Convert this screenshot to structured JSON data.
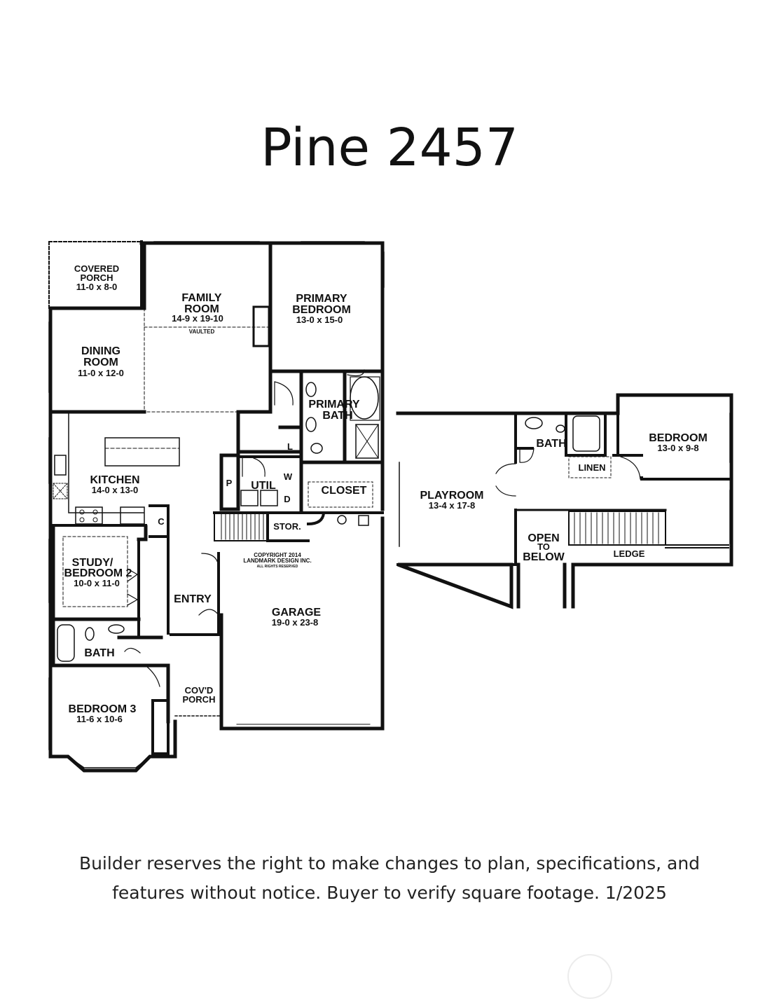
{
  "title": "Pine 2457",
  "disclaimer": {
    "line1": "Builder reserves the right to make changes to plan, specifications, and",
    "line2": "features without notice. Buyer to verify square footage. 1/2025"
  },
  "main_floor": {
    "covered_porch": {
      "name_1": "COVERED",
      "name_2": "PORCH",
      "dims": "11-0 x 8-0"
    },
    "family_room": {
      "name_1": "FAMILY",
      "name_2": "ROOM",
      "dims": "14-9 x 19-10",
      "note": "VAULTED"
    },
    "primary_bedroom": {
      "name_1": "PRIMARY",
      "name_2": "BEDROOM",
      "dims": "13-0 x 15-0"
    },
    "dining_room": {
      "name_1": "DINING",
      "name_2": "ROOM",
      "dims": "11-0 x 12-0"
    },
    "primary_bath": {
      "name_1": "PRIMARY",
      "name_2": "BATH"
    },
    "kitchen": {
      "name": "KITCHEN",
      "dims": "14-0 x 13-0"
    },
    "laundry": {
      "l": "L",
      "p": "P",
      "util": "UTIL",
      "w": "W",
      "d": "D"
    },
    "closet": {
      "name": "CLOSET"
    },
    "coat_closet": {
      "name": "C"
    },
    "storage": {
      "name": "STOR."
    },
    "copyright": {
      "line1": "COPYRIGHT 2014",
      "line2": "LANDMARK DESIGN INC.",
      "line3": "ALL RIGHTS RESERVED"
    },
    "study": {
      "name_1": "STUDY/",
      "name_2": "BEDROOM 2",
      "dims": "10-0 x 11-0"
    },
    "entry": {
      "name": "ENTRY"
    },
    "garage": {
      "name": "GARAGE",
      "dims": "19-0 x 23-8"
    },
    "bath": {
      "name": "BATH"
    },
    "covd_porch": {
      "name_1": "COV'D",
      "name_2": "PORCH"
    },
    "bedroom3": {
      "name": "BEDROOM 3",
      "dims": "11-6 x 10-6"
    }
  },
  "upper_floor": {
    "playroom": {
      "name": "PLAYROOM",
      "dims": "13-4 x 17-8"
    },
    "bath": {
      "name": "BATH"
    },
    "linen": {
      "name": "LINEN"
    },
    "bedroom": {
      "name": "BEDROOM",
      "dims": "13-0 x 9-8"
    },
    "open_to_below": {
      "line1": "OPEN",
      "line2": "TO",
      "line3": "BELOW"
    },
    "ledge": {
      "name": "LEDGE"
    }
  }
}
